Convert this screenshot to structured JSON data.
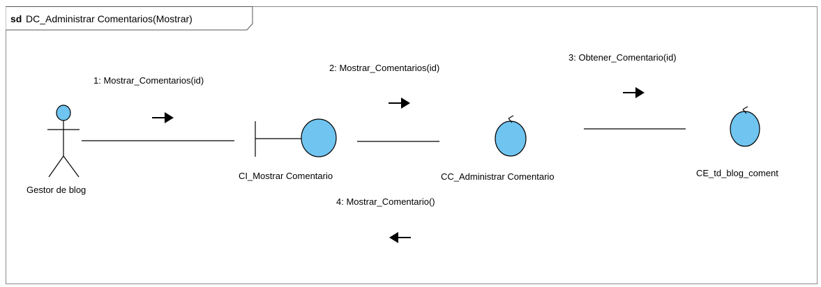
{
  "frame": {
    "keyword": "sd",
    "title": "DC_Administrar Comentarios(Mostrar)"
  },
  "objects": {
    "actor": {
      "label": "Gestor de blog",
      "kind": "actor",
      "icon": "actor-icon"
    },
    "boundary": {
      "label": "CI_Mostrar Comentario",
      "kind": "boundary",
      "icon": "boundary-icon"
    },
    "control": {
      "label": "CC_Administrar Comentario",
      "kind": "control",
      "icon": "control-icon"
    },
    "entity": {
      "label": "CE_td_blog_coment",
      "kind": "entity",
      "icon": "entity-icon"
    }
  },
  "messages": [
    {
      "label": "1: Mostrar_Comentarios(id)",
      "direction": "right"
    },
    {
      "label": "2: Mostrar_Comentarios(id)",
      "direction": "right"
    },
    {
      "label": "3: Obtener_Comentario(id)",
      "direction": "right"
    },
    {
      "label": "4: Mostrar_Comentario()",
      "direction": "left"
    }
  ],
  "colors": {
    "fill": "#70c4f0",
    "stroke": "#000000",
    "frame_border": "#8a8a8a",
    "background": "#ffffff"
  }
}
